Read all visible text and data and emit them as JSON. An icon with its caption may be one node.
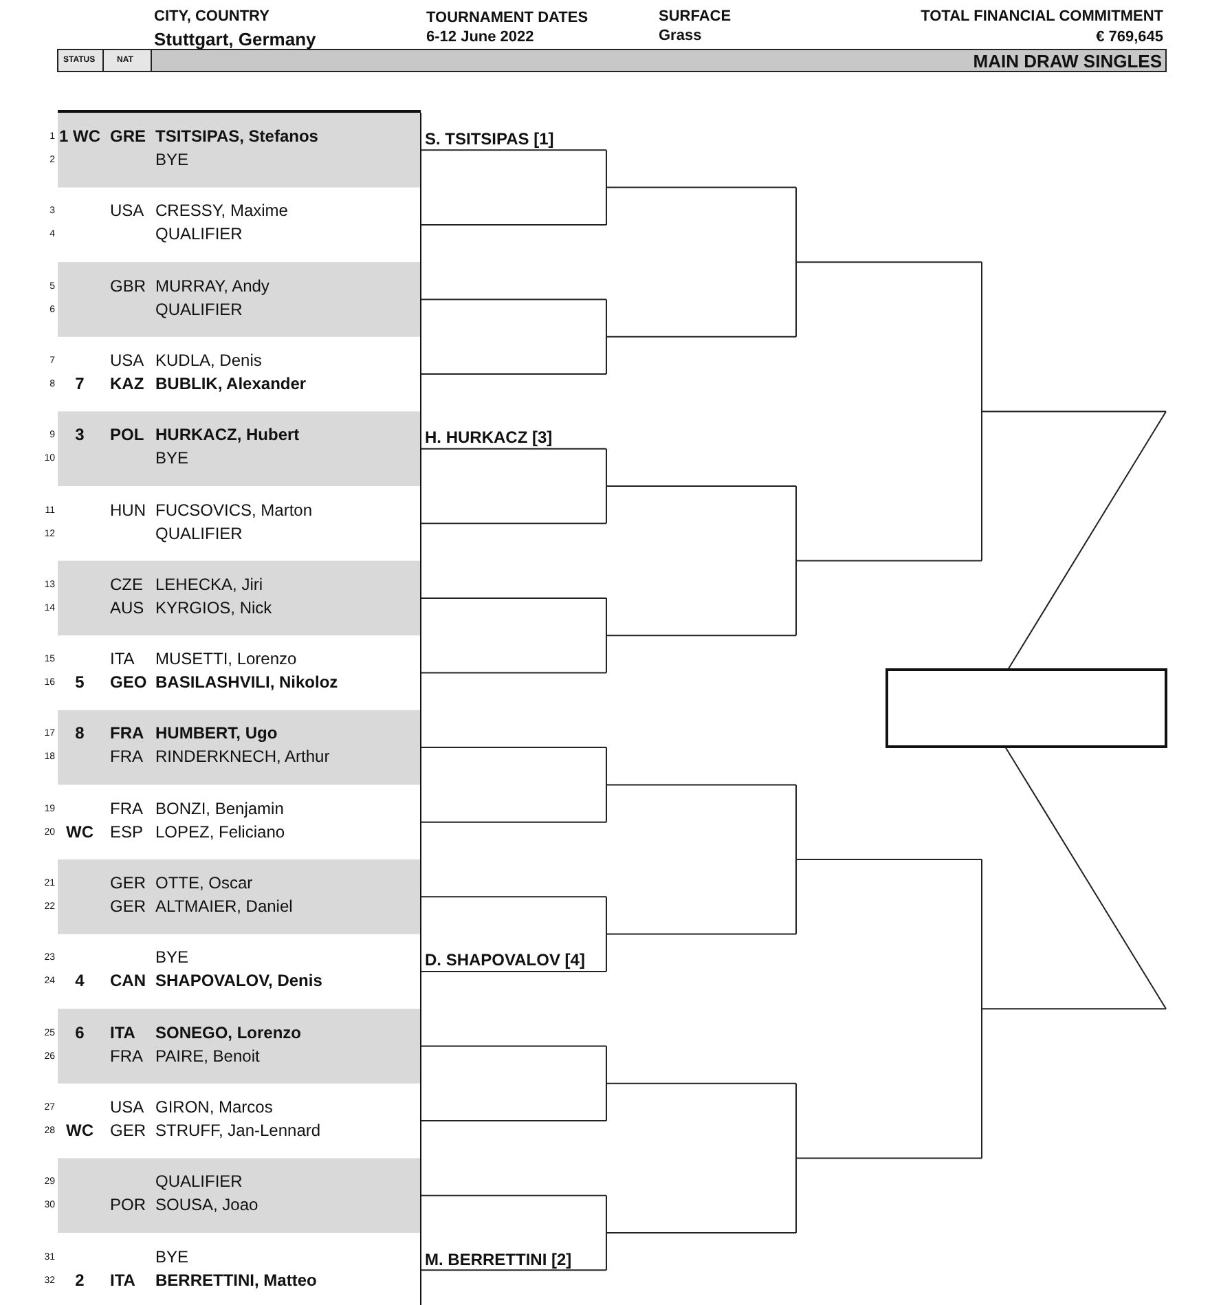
{
  "diagram": {
    "labels": [
      "CITY, COUNTRY",
      "TOURNAMENT DATES",
      "SURFACE",
      "TOTAL FINANCIAL COMMITMENT",
      "Stuttgart, Germany",
      "6-12 June 2022",
      "Grass",
      "€ 769,645",
      "STATUS",
      "NAT",
      "MAIN DRAW SINGLES",
      "1",
      "1 WC",
      "GRE",
      "TSITSIPAS, Stefanos",
      "S. TSITSIPAS [1]",
      "2",
      "BYE",
      "3",
      "USA",
      "CRESSY, Maxime",
      "4",
      "QUALIFIER",
      "5",
      "GBR",
      "MURRAY, Andy",
      "6",
      "QUALIFIER",
      "7",
      "USA",
      "KUDLA, Denis",
      "8",
      "7",
      "KAZ",
      "BUBLIK, Alexander",
      "9",
      "3",
      "POL",
      "HURKACZ, Hubert",
      "H. HURKACZ [3]",
      "10",
      "BYE",
      "11",
      "HUN",
      "FUCSOVICS, Marton",
      "12",
      "QUALIFIER",
      "13",
      "CZE",
      "LEHECKA, Jiri",
      "14",
      "AUS",
      "KYRGIOS, Nick",
      "15",
      "ITA",
      "MUSETTI, Lorenzo",
      "16",
      "5",
      "GEO",
      "BASILASHVILI, Nikoloz",
      "17",
      "8",
      "FRA",
      "HUMBERT, Ugo",
      "18",
      "FRA",
      "RINDERKNECH, Arthur",
      "19",
      "FRA",
      "BONZI, Benjamin",
      "20",
      "WC",
      "ESP",
      "LOPEZ, Feliciano",
      "21",
      "GER",
      "OTTE, Oscar",
      "22",
      "GER",
      "ALTMAIER, Daniel",
      "23",
      "BYE",
      "D. SHAPOVALOV [4]",
      "24",
      "4",
      "CAN",
      "SHAPOVALOV, Denis",
      "25",
      "6",
      "ITA",
      "SONEGO, Lorenzo",
      "26",
      "FRA",
      "PAIRE, Benoit",
      "27",
      "USA",
      "GIRON, Marcos",
      "28",
      "WC",
      "GER",
      "STRUFF, Jan-Lennard",
      "29",
      "QUALIFIER",
      "30",
      "POR",
      "SOUSA, Joao",
      "31",
      "BYE",
      "M. BERRETTINI [2]",
      "32",
      "2",
      "ITA",
      "BERRETTINI, Matteo"
    ]
  }
}
